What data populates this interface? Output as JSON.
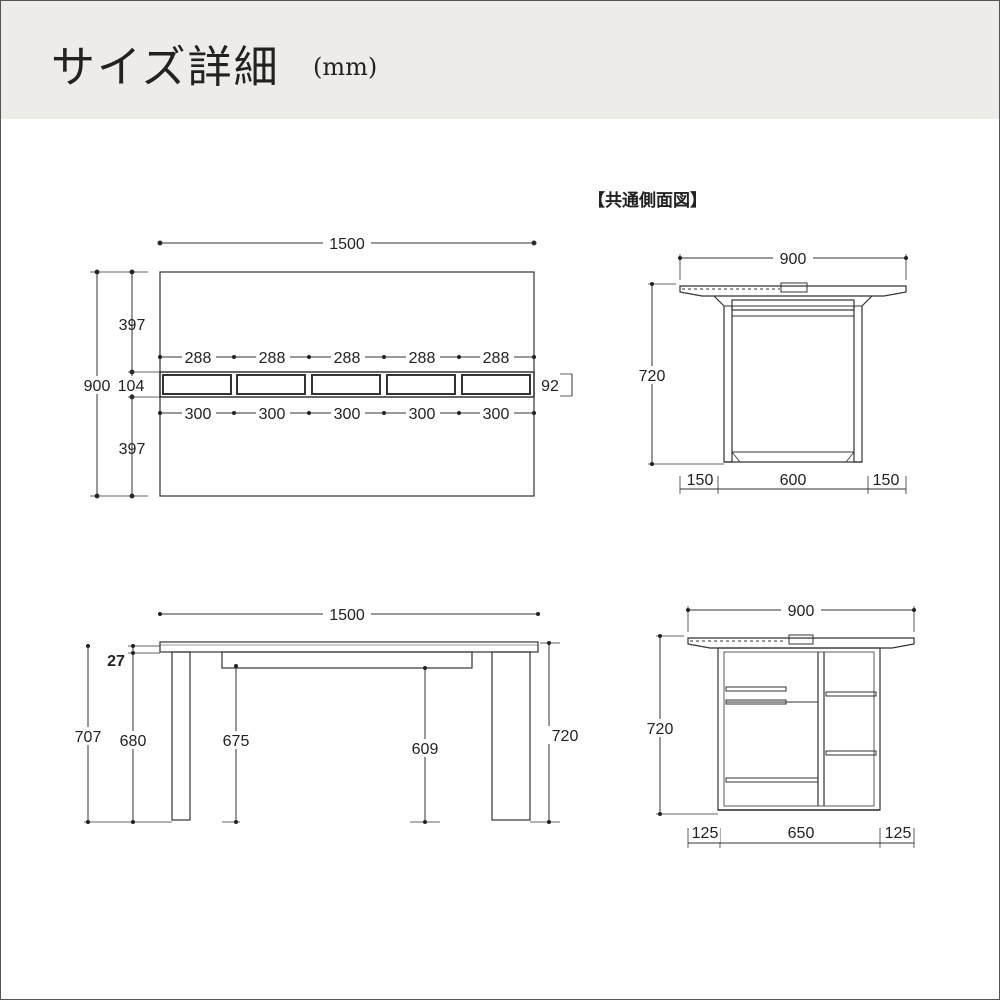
{
  "header": {
    "title": "サイズ詳細",
    "unit": "(mm)"
  },
  "side_view_caption": "【共通側面図】",
  "top_view": {
    "width": "1500",
    "depth": "900",
    "upper_margin": "397",
    "lower_margin": "397",
    "slot_depth": "104",
    "right_dim": "92",
    "slot_inner": [
      "288",
      "288",
      "288",
      "288",
      "288"
    ],
    "slot_pitch": [
      "300",
      "300",
      "300",
      "300",
      "300"
    ]
  },
  "front_view": {
    "width": "1500",
    "top_thickness": "27",
    "overall": "707",
    "leg_height": "680",
    "inner_left": "675",
    "inner_right": "609",
    "right_height": "720"
  },
  "side_view_a": {
    "width": "900",
    "height": "720",
    "left_offset": "150",
    "center": "600",
    "right_offset": "150"
  },
  "side_view_b": {
    "width": "900",
    "height": "720",
    "left_offset": "125",
    "center": "650",
    "right_offset": "125"
  },
  "colors": {
    "header_bg": "#eeece9",
    "line": "#333333"
  }
}
